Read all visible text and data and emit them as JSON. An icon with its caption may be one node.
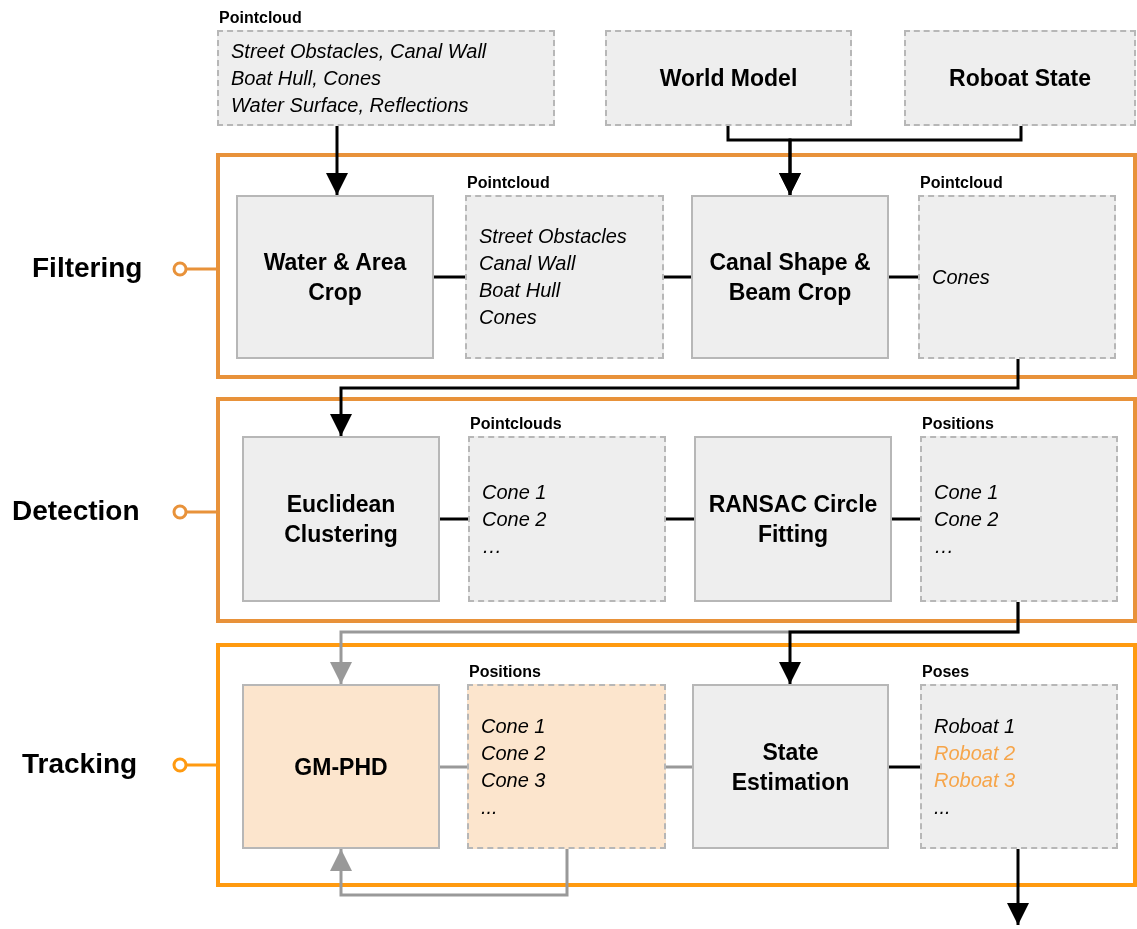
{
  "diagram": {
    "nodes": [
      {
        "text": [
          "Pointcloud",
          "Street Obstacles, Canal Wall",
          "Boat Hull, Cones",
          "Water Surface, Reflections"
        ]
      },
      {
        "text": [
          "World Model"
        ]
      },
      {
        "text": [
          "Roboat State"
        ]
      },
      {
        "text": [
          "Filtering"
        ]
      },
      {
        "text": [
          "Water & Area Crop"
        ],
        "in": 3
      },
      {
        "text": [
          "Pointcloud",
          "Street Obstacles",
          "Canal Wall",
          "Boat Hull",
          "Cones"
        ],
        "in": 3
      },
      {
        "text": [
          "Canal Shape & Beam Crop"
        ],
        "in": 3
      },
      {
        "text": [
          "Pointcloud",
          "Cones"
        ],
        "in": 3
      },
      {
        "text": [
          "Detection"
        ]
      },
      {
        "text": [
          "Euclidean Clustering"
        ],
        "in": 8
      },
      {
        "text": [
          "Pointclouds",
          "Cone 1",
          "Cone 2",
          "…"
        ],
        "in": 8
      },
      {
        "text": [
          "RANSAC Circle Fitting"
        ],
        "in": 8
      },
      {
        "text": [
          "Positions",
          "Cone 1",
          "Cone 2",
          "…"
        ],
        "in": 8
      },
      {
        "text": [
          "Tracking"
        ]
      },
      {
        "text": [
          "GM-PHD"
        ],
        "in": 13
      },
      {
        "text": [
          "Positions",
          "Cone 1",
          "Cone 2",
          "Cone 3",
          "..."
        ],
        "in": 13
      },
      {
        "text": [
          "State Estimation"
        ],
        "in": 13
      },
      {
        "text": [
          "Poses",
          "Roboat 1",
          "Roboat 2",
          "Roboat 3",
          "..."
        ],
        "in": 13
      }
    ],
    "edges": [
      {
        "from": 0,
        "to": 4,
        "arrow": "to"
      },
      {
        "from": 1,
        "to": 6,
        "arrow": "to"
      },
      {
        "from": 2,
        "to": 6,
        "arrow": "to"
      },
      {
        "from": 4,
        "to": 5,
        "arrow": "none"
      },
      {
        "from": 5,
        "to": 6,
        "arrow": "none"
      },
      {
        "from": 6,
        "to": 7,
        "arrow": "none"
      },
      {
        "from": 7,
        "to": 9,
        "arrow": "to"
      },
      {
        "from": 9,
        "to": 10,
        "arrow": "none"
      },
      {
        "from": 10,
        "to": 11,
        "arrow": "none"
      },
      {
        "from": 11,
        "to": 12,
        "arrow": "none"
      },
      {
        "from": 12,
        "to": 14,
        "arrow": "to",
        "color": "#999999"
      },
      {
        "from": 12,
        "to": 16,
        "arrow": "to"
      },
      {
        "from": 14,
        "to": 15,
        "arrow": "none",
        "color": "#999999"
      },
      {
        "from": 15,
        "to": 16,
        "arrow": "none",
        "color": "#999999"
      },
      {
        "from": 16,
        "to": 17,
        "arrow": "none"
      },
      {
        "from": 15,
        "to": 14,
        "arrow": "to",
        "color": "#999999"
      },
      {
        "from": 17,
        "to": null,
        "arrow": "to"
      }
    ]
  }
}
